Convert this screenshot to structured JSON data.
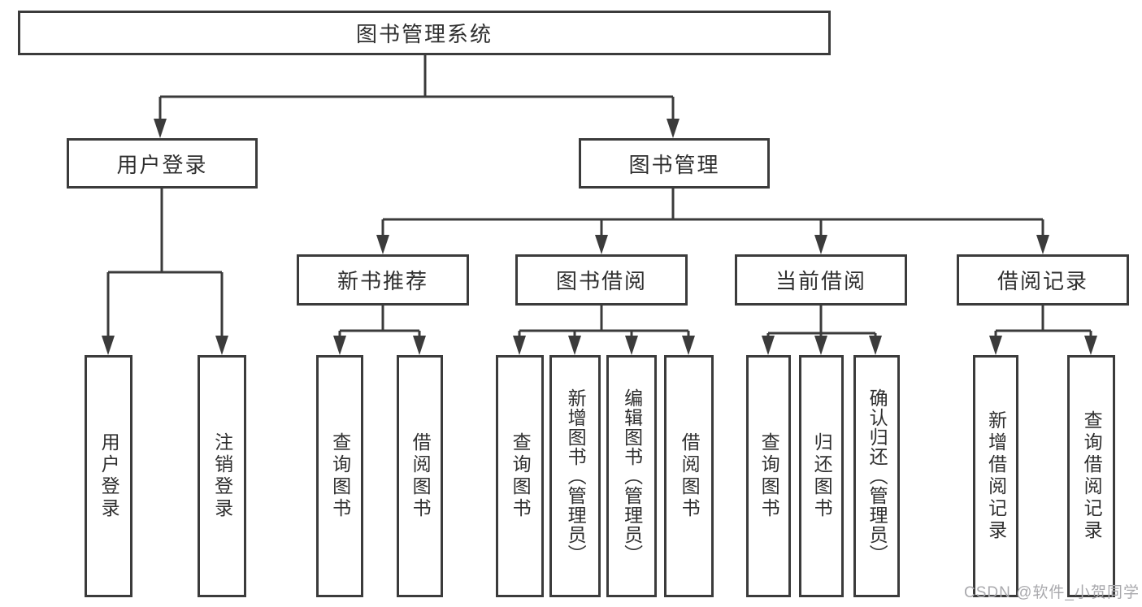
{
  "watermark": {
    "text": "CSDN @软件_小贺同学"
  },
  "colors": {
    "line": "#3b3b3b",
    "box_border": "#3b3b3b",
    "text": "#2f2f2f",
    "watermark": "#a9a9ad",
    "background": "#ffffff"
  },
  "tree": {
    "root": {
      "label": "图书管理系统",
      "children": [
        {
          "label": "用户登录",
          "children": [
            {
              "label": "用户登录"
            },
            {
              "label": "注销登录"
            }
          ]
        },
        {
          "label": "图书管理",
          "children": [
            {
              "label": "新书推荐",
              "children": [
                {
                  "label": "查询图书"
                },
                {
                  "label": "借阅图书"
                }
              ]
            },
            {
              "label": "图书借阅",
              "children": [
                {
                  "label": "查询图书"
                },
                {
                  "label": "新增图书（管理员）"
                },
                {
                  "label": "编辑图书（管理员）"
                },
                {
                  "label": "借阅图书"
                }
              ]
            },
            {
              "label": "当前借阅",
              "children": [
                {
                  "label": "查询图书"
                },
                {
                  "label": "归还图书"
                },
                {
                  "label": "确认归还（管理员）"
                }
              ]
            },
            {
              "label": "借阅记录",
              "children": [
                {
                  "label": "新增借阅记录"
                },
                {
                  "label": "查询借阅记录"
                }
              ]
            }
          ]
        }
      ]
    }
  }
}
